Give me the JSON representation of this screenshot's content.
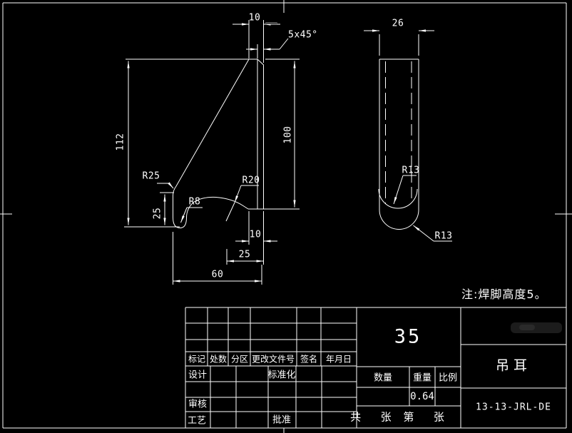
{
  "front_view": {
    "dims": {
      "top_width": "10",
      "chamfer": "5x45°",
      "height": "112",
      "inner_height": "100",
      "hook_depth": "25",
      "tab_width": "10",
      "tab_offset": "25",
      "base_width": "60"
    },
    "radii": {
      "r25": "R25",
      "r8": "R8",
      "r20": "R20"
    }
  },
  "side_view": {
    "dims": {
      "width": "26"
    },
    "radii": {
      "r13_inner": "R13",
      "r13_outer": "R13"
    }
  },
  "note": "注:焊脚高度5。",
  "title_block": {
    "revision_header": [
      "标记",
      "处数",
      "分区",
      "更改文件号",
      "签名",
      "年月日"
    ],
    "roles": {
      "design": "设计",
      "standardization": "标准化",
      "check": "审核",
      "process": "工艺",
      "approve": "批准"
    },
    "material": "35",
    "qty_label": "数量",
    "weight_label": "重量",
    "scale_label": "比例",
    "weight_value": "0.64",
    "sheet_info": "共  张 第  张",
    "part_name": "吊耳",
    "drawing_number": "13-13-JRL-DE"
  },
  "colors": {
    "background": "#000000",
    "line": "#ffffff"
  }
}
